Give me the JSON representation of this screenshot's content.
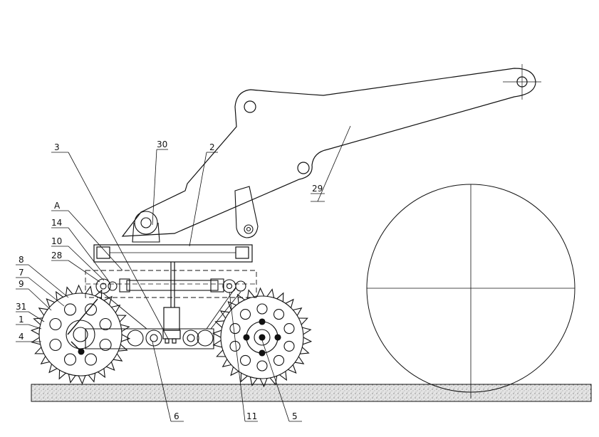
{
  "title": "",
  "callouts": {
    "c1": "1",
    "c2": "2",
    "c3": "3",
    "c4": "4",
    "c5": "5",
    "c6": "6",
    "c7": "7",
    "c8": "8",
    "c9": "9",
    "c10": "10",
    "c11": "11",
    "c14": "14",
    "c28": "28",
    "c29": "29",
    "c30": "30",
    "c31": "31",
    "cA": "A"
  },
  "colors": {
    "line": "#111111",
    "ground": "#cfcfcf",
    "paper": "#ffffff"
  }
}
